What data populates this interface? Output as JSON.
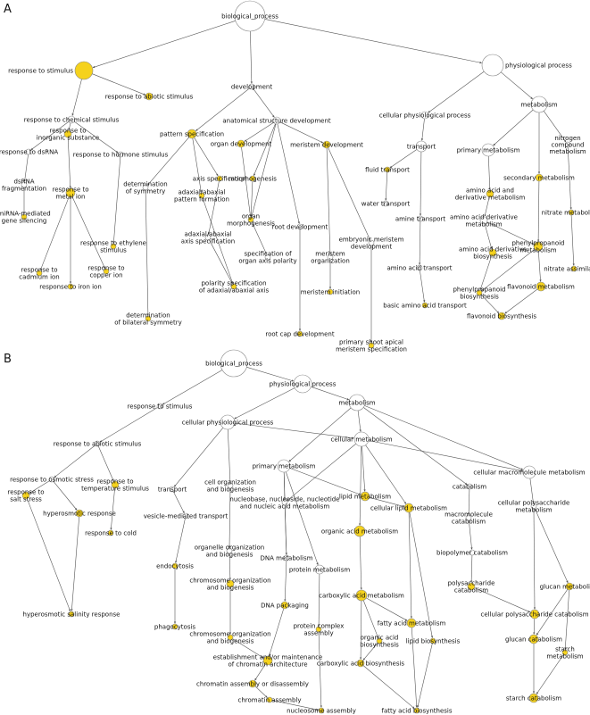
{
  "colors": {
    "enriched": "#f5d21d",
    "neutral": "#ffffff",
    "edge": "#555555",
    "node_outline": "#888888"
  },
  "panels": [
    {
      "label": "A",
      "nodes": [
        {
          "id": "a_bp",
          "label": "biological_process",
          "fill": "neutral"
        },
        {
          "id": "a_rs",
          "label": "response to stimulus",
          "fill": "enriched"
        },
        {
          "id": "a_ras",
          "label": "response to abiotic stimulus",
          "fill": "enriched"
        },
        {
          "id": "a_dev",
          "label": "development",
          "fill": "neutral"
        },
        {
          "id": "a_pp",
          "label": "physiological process",
          "fill": "neutral"
        },
        {
          "id": "a_rcs",
          "label": "response to chemical stimulus",
          "fill": "neutral"
        },
        {
          "id": "a_asd",
          "label": "anatomical structure development",
          "fill": "neutral"
        },
        {
          "id": "a_cpp",
          "label": "cellular physiological process",
          "fill": "neutral"
        },
        {
          "id": "a_met",
          "label": "metabolism",
          "fill": "neutral"
        },
        {
          "id": "a_ris",
          "label": "response to\ninorganic substance",
          "fill": "enriched"
        },
        {
          "id": "a_pf",
          "label": "pattern specification",
          "fill": "enriched"
        },
        {
          "id": "a_od",
          "label": "organ development",
          "fill": "enriched"
        },
        {
          "id": "a_md",
          "label": "meristem development",
          "fill": "enriched"
        },
        {
          "id": "a_tr",
          "label": "transport",
          "fill": "neutral"
        },
        {
          "id": "a_pm",
          "label": "primary metabolism",
          "fill": "neutral"
        },
        {
          "id": "a_ncm",
          "label": "nitrogen\ncompound\nmetabolism",
          "fill": "neutral"
        },
        {
          "id": "a_rdsrna",
          "label": "response to dsRNA",
          "fill": "neutral"
        },
        {
          "id": "a_rhs",
          "label": "response to hormone stimulus",
          "fill": "neutral"
        },
        {
          "id": "a_ft",
          "label": "fluid transport",
          "fill": "enriched"
        },
        {
          "id": "a_sm",
          "label": "secondary metabolism",
          "fill": "enriched"
        },
        {
          "id": "a_axs",
          "label": "axis specification",
          "fill": "enriched"
        },
        {
          "id": "a_morph",
          "label": "morphogenesis",
          "fill": "enriched"
        },
        {
          "id": "a_dsf",
          "label": "dsRNA\nfragmentation",
          "fill": "neutral"
        },
        {
          "id": "a_rmi",
          "label": "response to\nmetal ion",
          "fill": "enriched"
        },
        {
          "id": "a_ds",
          "label": "determination\nof symmetry",
          "fill": "neutral"
        },
        {
          "id": "a_aapf",
          "label": "adaxial/abaxial\npattern formation",
          "fill": "enriched"
        },
        {
          "id": "a_aadm",
          "label": "amino acid and\nderivative metabolism",
          "fill": "enriched"
        },
        {
          "id": "a_wt",
          "label": "water transport",
          "fill": "neutral"
        },
        {
          "id": "a_nm",
          "label": "nitrate metabolism",
          "fill": "enriched"
        },
        {
          "id": "a_mgs",
          "label": "miRNA-mediated\ngene silencing",
          "fill": "enriched"
        },
        {
          "id": "a_om",
          "label": "organ\nmorphogenesis",
          "fill": "enriched"
        },
        {
          "id": "a_at",
          "label": "amine transport",
          "fill": "neutral"
        },
        {
          "id": "a_aadrm",
          "label": "amino acid derivative\nmetabolism",
          "fill": "neutral"
        },
        {
          "id": "a_aaxs",
          "label": "adaxial/abaxial\naxis specification",
          "fill": "neutral"
        },
        {
          "id": "a_rd",
          "label": "root development",
          "fill": "neutral"
        },
        {
          "id": "a_ret",
          "label": "response to ethylene\nstimulus",
          "fill": "enriched"
        },
        {
          "id": "a_emd",
          "label": "embryonic meristem\ndevelopment",
          "fill": "neutral"
        },
        {
          "id": "a_ppm",
          "label": "phenylpropanoid\nmetabolism",
          "fill": "enriched"
        },
        {
          "id": "a_soap",
          "label": "specification of\norgan axis polarity",
          "fill": "neutral"
        },
        {
          "id": "a_mo",
          "label": "meristem\norganization",
          "fill": "neutral"
        },
        {
          "id": "a_aat",
          "label": "amino acid transport",
          "fill": "neutral"
        },
        {
          "id": "a_aadb",
          "label": "amino acid derivative\nbiosynthesis",
          "fill": "enriched"
        },
        {
          "id": "a_rci",
          "label": "response to\ncadmium ion",
          "fill": "enriched"
        },
        {
          "id": "a_rcu",
          "label": "response to\ncopper ion",
          "fill": "enriched"
        },
        {
          "id": "a_na",
          "label": "nitrate assimilation",
          "fill": "enriched"
        },
        {
          "id": "a_rii",
          "label": "response to iron ion",
          "fill": "enriched"
        },
        {
          "id": "a_psaa",
          "label": "polarity specification\nof adaxial/abaxial axis",
          "fill": "enriched"
        },
        {
          "id": "a_ppb",
          "label": "phenylpropanoid\nbiosynthesis",
          "fill": "enriched"
        },
        {
          "id": "a_fm",
          "label": "flavonoid metabolism",
          "fill": "enriched"
        },
        {
          "id": "a_mi",
          "label": "meristem initiation",
          "fill": "enriched"
        },
        {
          "id": "a_baat",
          "label": "basic amino acid transport",
          "fill": "enriched"
        },
        {
          "id": "a_dbs",
          "label": "determination\nof bilateral symmetry",
          "fill": "enriched"
        },
        {
          "id": "a_fb",
          "label": "flavonoid biosynthesis",
          "fill": "enriched"
        },
        {
          "id": "a_rcd",
          "label": "root cap development",
          "fill": "enriched"
        },
        {
          "id": "a_psams",
          "label": "primary shoot apical\nmeristem specification",
          "fill": "enriched"
        }
      ]
    },
    {
      "label": "B",
      "nodes": [
        {
          "id": "b_bp",
          "label": "biological_process",
          "fill": "neutral"
        },
        {
          "id": "b_pp",
          "label": "physiological process",
          "fill": "neutral"
        },
        {
          "id": "b_rs",
          "label": "response to stimulus",
          "fill": "neutral"
        },
        {
          "id": "b_met",
          "label": "metabolism",
          "fill": "neutral"
        },
        {
          "id": "b_cpp",
          "label": "cellular physiological process",
          "fill": "neutral"
        },
        {
          "id": "b_cm",
          "label": "cellular metabolism",
          "fill": "neutral"
        },
        {
          "id": "b_ras",
          "label": "response to abiotic stimulus",
          "fill": "neutral"
        },
        {
          "id": "b_pm",
          "label": "primary metabolism",
          "fill": "neutral"
        },
        {
          "id": "b_cmm",
          "label": "cellular macromolecule metabolism",
          "fill": "neutral"
        },
        {
          "id": "b_ros",
          "label": "response to osmotic stress",
          "fill": "neutral"
        },
        {
          "id": "b_rts",
          "label": "response to\ntemperature stimulus",
          "fill": "enriched"
        },
        {
          "id": "b_tr",
          "label": "transport",
          "fill": "neutral"
        },
        {
          "id": "b_cob",
          "label": "cell organization\nand biogenesis",
          "fill": "neutral"
        },
        {
          "id": "b_cat",
          "label": "catabolism",
          "fill": "neutral"
        },
        {
          "id": "b_lm",
          "label": "lipid metabolism",
          "fill": "enriched"
        },
        {
          "id": "b_cpm",
          "label": "cellular polysaccharide\nmetabolism",
          "fill": "neutral"
        },
        {
          "id": "b_rss",
          "label": "response to\nsalt stress",
          "fill": "enriched"
        },
        {
          "id": "b_nnn",
          "label": "nucleobase, nucleoside, nucleotide\nand nucleic acid metabolism",
          "fill": "neutral"
        },
        {
          "id": "b_clm",
          "label": "cellular lipid metabolism",
          "fill": "enriched"
        },
        {
          "id": "b_hr",
          "label": "hyperosmotic response",
          "fill": "enriched"
        },
        {
          "id": "b_vmt",
          "label": "vesicle-mediated transport",
          "fill": "neutral"
        },
        {
          "id": "b_mc",
          "label": "macromolecule\ncatabolism",
          "fill": "neutral"
        },
        {
          "id": "b_oam",
          "label": "organic acid metabolism",
          "fill": "enriched"
        },
        {
          "id": "b_rc",
          "label": "response to cold",
          "fill": "enriched"
        },
        {
          "id": "b_oob",
          "label": "organelle organization\nand biogenesis",
          "fill": "neutral"
        },
        {
          "id": "b_bc",
          "label": "biopolymer catabolism",
          "fill": "neutral"
        },
        {
          "id": "b_dm",
          "label": "DNA metabolism",
          "fill": "neutral"
        },
        {
          "id": "b_endo",
          "label": "endocytosis",
          "fill": "enriched"
        },
        {
          "id": "b_protm",
          "label": "protein metabolism",
          "fill": "neutral"
        },
        {
          "id": "b_cob2",
          "label": "chromosome organization\nand biogenesis",
          "fill": "enriched"
        },
        {
          "id": "b_pc",
          "label": "polysaccharide\ncatabolism",
          "fill": "enriched"
        },
        {
          "id": "b_gm",
          "label": "glucan metabolism",
          "fill": "enriched"
        },
        {
          "id": "b_cam",
          "label": "carboxylic acid metabolism",
          "fill": "enriched"
        },
        {
          "id": "b_hsr",
          "label": "hyperosmotic salinity response",
          "fill": "enriched"
        },
        {
          "id": "b_dp",
          "label": "DNA packaging",
          "fill": "enriched"
        },
        {
          "id": "b_cpc",
          "label": "cellular polysaccharide catabolism",
          "fill": "enriched"
        },
        {
          "id": "b_fam",
          "label": "fatty acid metabolism",
          "fill": "enriched"
        },
        {
          "id": "b_phag",
          "label": "phagocytosis",
          "fill": "enriched"
        },
        {
          "id": "b_pca",
          "label": "protein complex\nassembly",
          "fill": "enriched"
        },
        {
          "id": "b_cob3",
          "label": "chromosome organization\nand biogenesis",
          "fill": "enriched"
        },
        {
          "id": "b_oab",
          "label": "organic acid\nbiosynthesis",
          "fill": "enriched"
        },
        {
          "id": "b_lb",
          "label": "lipid biosynthesis",
          "fill": "enriched"
        },
        {
          "id": "b_gc",
          "label": "glucan catabolism",
          "fill": "enriched"
        },
        {
          "id": "b_sm",
          "label": "starch\nmetabolism",
          "fill": "enriched"
        },
        {
          "id": "b_emca",
          "label": "establishment and/or maintenance\nof chromatin architecture",
          "fill": "enriched"
        },
        {
          "id": "b_cab",
          "label": "carboxylic acid biosynthesis",
          "fill": "enriched"
        },
        {
          "id": "b_cad",
          "label": "chromatin assembly or disassembly",
          "fill": "enriched"
        },
        {
          "id": "b_ca",
          "label": "chromatin assembly",
          "fill": "enriched"
        },
        {
          "id": "b_sc",
          "label": "starch catabolism",
          "fill": "enriched"
        },
        {
          "id": "b_na",
          "label": "nucleosome assembly",
          "fill": "enriched"
        },
        {
          "id": "b_fab",
          "label": "fatty acid biosynthesis",
          "fill": "enriched"
        }
      ]
    }
  ]
}
